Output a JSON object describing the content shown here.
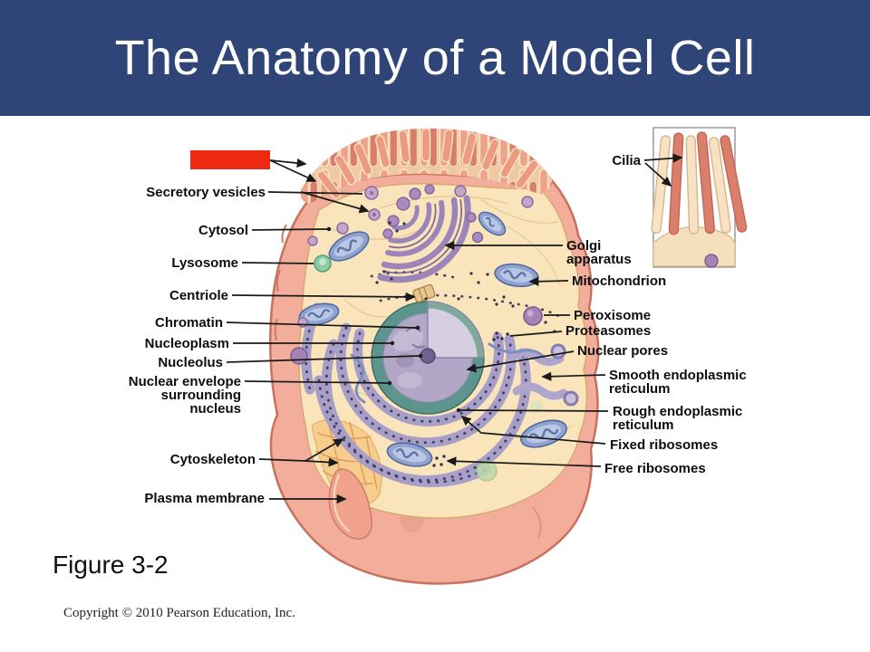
{
  "slide": {
    "title": "The Anatomy of a Model Cell",
    "figure_caption": "Figure 3-2",
    "copyright_notice": "Copyright © 2010 Pearson Education, Inc.",
    "colors": {
      "header_bg": "#2f4577",
      "title_text": "#ffffff",
      "highlight_box": "#ee2a12"
    }
  },
  "diagram": {
    "cilia_label": "Cilia",
    "left_labels": [
      {
        "name": "secretory-vesicles",
        "lines": [
          "Secretory vesicles"
        ]
      },
      {
        "name": "cytosol",
        "lines": [
          "Cytosol"
        ]
      },
      {
        "name": "lysosome",
        "lines": [
          "Lysosome"
        ]
      },
      {
        "name": "centriole",
        "lines": [
          "Centriole"
        ]
      },
      {
        "name": "chromatin",
        "lines": [
          "Chromatin"
        ]
      },
      {
        "name": "nucleoplasm",
        "lines": [
          "Nucleoplasm"
        ]
      },
      {
        "name": "nucleolus",
        "lines": [
          "Nucleolus"
        ]
      },
      {
        "name": "nuclear-envelope",
        "lines": [
          "Nuclear envelope",
          "surrounding",
          "nucleus"
        ]
      },
      {
        "name": "cytoskeleton",
        "lines": [
          "Cytoskeleton"
        ]
      },
      {
        "name": "plasma-membrane",
        "lines": [
          "Plasma membrane"
        ]
      }
    ],
    "right_labels": [
      {
        "name": "golgi-apparatus",
        "lines": [
          "Golgi",
          "apparatus"
        ]
      },
      {
        "name": "mitochondrion",
        "lines": [
          "Mitochondrion"
        ]
      },
      {
        "name": "peroxisome",
        "lines": [
          "Peroxisome"
        ]
      },
      {
        "name": "proteasomes",
        "lines": [
          "Proteasomes"
        ]
      },
      {
        "name": "nuclear-pores",
        "lines": [
          "Nuclear pores"
        ]
      },
      {
        "name": "smooth-er",
        "lines": [
          "Smooth endoplasmic",
          "reticulum"
        ]
      },
      {
        "name": "rough-er",
        "lines": [
          "Rough endoplasmic",
          "reticulum"
        ]
      },
      {
        "name": "fixed-ribosomes",
        "lines": [
          "Fixed ribosomes"
        ]
      },
      {
        "name": "free-ribosomes",
        "lines": [
          "Free ribosomes"
        ]
      }
    ]
  }
}
